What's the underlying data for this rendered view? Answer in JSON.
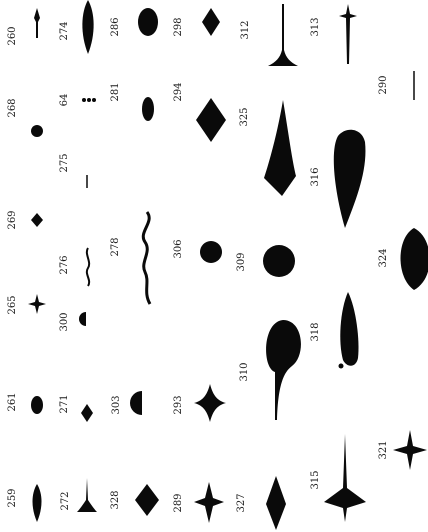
{
  "plate": {
    "title": "",
    "ink_color": "#0a0a0a",
    "paper_color": "#ffffff",
    "figures": [
      {
        "id": "f259",
        "label": "259",
        "shape": "spindle-leaf"
      },
      {
        "id": "f261",
        "label": "261",
        "shape": "oval"
      },
      {
        "id": "f265",
        "label": "265",
        "shape": "small-four-point-star"
      },
      {
        "id": "f269",
        "label": "269",
        "shape": "small-diamond"
      },
      {
        "id": "f268",
        "label": "268",
        "shape": "round-dot"
      },
      {
        "id": "f260",
        "label": "260",
        "shape": "pin"
      },
      {
        "id": "f272",
        "label": "272",
        "shape": "tapered-pin"
      },
      {
        "id": "f271",
        "label": "271",
        "shape": "small-diamond"
      },
      {
        "id": "f300",
        "label": "300",
        "shape": "half-disc"
      },
      {
        "id": "f276",
        "label": "276",
        "shape": "wavy-stroke"
      },
      {
        "id": "f275",
        "label": "275",
        "shape": "short-dash"
      },
      {
        "id": "f64",
        "label": "64",
        "shape": "colon-dots"
      },
      {
        "id": "f274",
        "label": "274",
        "shape": "teardrop"
      },
      {
        "id": "f328",
        "label": "328",
        "shape": "diamond"
      },
      {
        "id": "f303",
        "label": "303",
        "shape": "half-disc"
      },
      {
        "id": "f278",
        "label": "278",
        "shape": "long-wavy-stroke"
      },
      {
        "id": "f281",
        "label": "281",
        "shape": "oval"
      },
      {
        "id": "f286",
        "label": "286",
        "shape": "oval"
      },
      {
        "id": "f289",
        "label": "289",
        "shape": "four-point-star"
      },
      {
        "id": "f293",
        "label": "293",
        "shape": "concave-star"
      },
      {
        "id": "f306",
        "label": "306",
        "shape": "disc"
      },
      {
        "id": "f294",
        "label": "294",
        "shape": "large-diamond"
      },
      {
        "id": "f298",
        "label": "298",
        "shape": "diamond"
      },
      {
        "id": "f327",
        "label": "327",
        "shape": "spindle"
      },
      {
        "id": "f310",
        "label": "310",
        "shape": "bulb-with-tail"
      },
      {
        "id": "f309",
        "label": "309",
        "shape": "large-disc"
      },
      {
        "id": "f325",
        "label": "325",
        "shape": "long-spindle"
      },
      {
        "id": "f312",
        "label": "312",
        "shape": "stem-with-foot"
      },
      {
        "id": "f315",
        "label": "315",
        "shape": "long-tailed-star"
      },
      {
        "id": "f318",
        "label": "318",
        "shape": "teardrop-with-dot"
      },
      {
        "id": "f316",
        "label": "316",
        "shape": "large-teardrop"
      },
      {
        "id": "f313",
        "label": "313",
        "shape": "star-on-stem"
      },
      {
        "id": "f321",
        "label": "321",
        "shape": "four-point-star"
      },
      {
        "id": "f324",
        "label": "324",
        "shape": "large-lens"
      },
      {
        "id": "f290",
        "label": "290",
        "shape": "short-rule"
      }
    ]
  }
}
